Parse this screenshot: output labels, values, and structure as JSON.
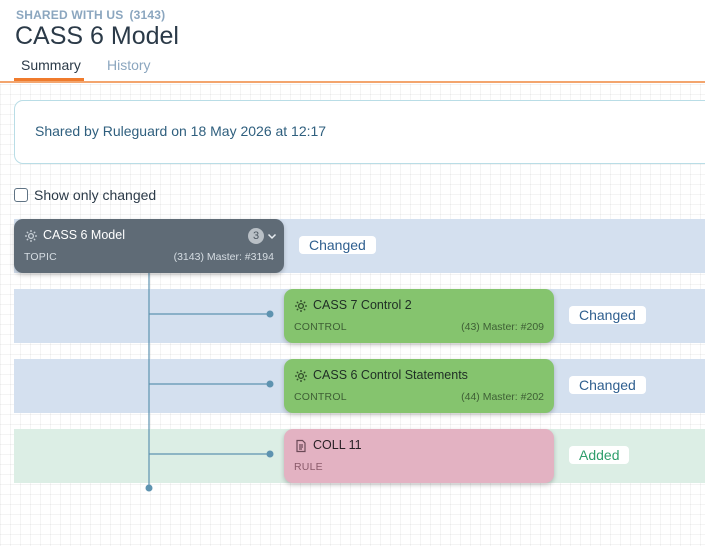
{
  "header": {
    "context_label": "SHARED WITH US",
    "context_count": "(3143)",
    "title": "CASS 6 Model"
  },
  "tabs": [
    {
      "label": "Summary",
      "active": true
    },
    {
      "label": "History",
      "active": false
    }
  ],
  "info": {
    "text": "Shared by Ruleguard on 18 May 2026 at 12:17"
  },
  "filter": {
    "show_only_changed_label": "Show only changed",
    "checked": false
  },
  "tree": {
    "root": {
      "title": "CASS 6 Model",
      "type": "TOPIC",
      "meta": "(3143) Master: #3194",
      "child_count": "3",
      "icon": "gear-icon",
      "status": "Changed"
    },
    "children": [
      {
        "title": "CASS 7 Control 2",
        "type": "CONTROL",
        "meta": "(43) Master: #209",
        "icon": "gear-icon",
        "status": "Changed"
      },
      {
        "title": "CASS 6 Control Statements",
        "type": "CONTROL",
        "meta": "(44) Master: #202",
        "icon": "gear-icon",
        "status": "Changed"
      },
      {
        "title": "COLL 11",
        "type": "RULE",
        "meta": "",
        "icon": "document-icon",
        "status": "Added"
      }
    ]
  },
  "colors": {
    "accent": "#f07b2c",
    "topic_node": "#5f6b76",
    "control_node": "#85c46e",
    "rule_node": "#e3b2c2",
    "changed_band": "#d4e0ef",
    "added_band": "#dceee5",
    "connector": "#5e93b0"
  }
}
